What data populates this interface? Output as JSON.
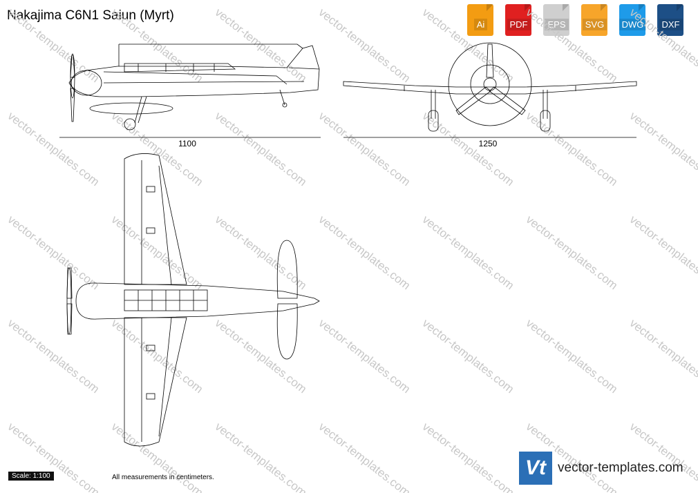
{
  "title": "Nakajima C6N1 Saiun (Myrt)",
  "formats": [
    {
      "label": "Ai",
      "color": "#f39c12"
    },
    {
      "label": "PDF",
      "color": "#e02020"
    },
    {
      "label": "EPS",
      "color": "#cfcfcf"
    },
    {
      "label": "SVG",
      "color": "#f7a52a"
    },
    {
      "label": "DWG",
      "color": "#1e9be9"
    },
    {
      "label": "DXF",
      "color": "#1d4f86"
    }
  ],
  "dimensions": {
    "side_length": "1100",
    "front_span": "1250"
  },
  "watermark": "vector-templates.com",
  "scale": "Scale: 1:100",
  "note": "All measurements in centimeters.",
  "brand": {
    "logo": "Vt",
    "name": "vector-templates.com",
    "color": "#2b6fb6"
  }
}
